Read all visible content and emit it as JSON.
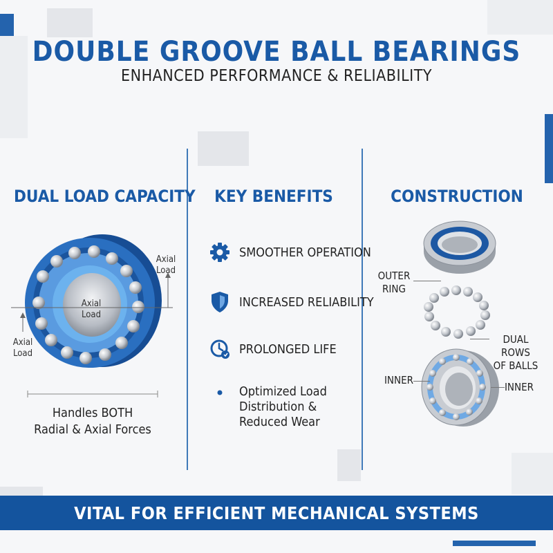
{
  "header": {
    "title": "DOUBLE GROOVE BALL BEARINGS",
    "subtitle": "ENHANCED PERFORMANCE & RELIABILITY"
  },
  "left_column": {
    "heading": "DUAL LOAD CAPACITY",
    "labels": {
      "axial_top_right": [
        "Axial",
        "Load"
      ],
      "axial_center": [
        "Axial",
        "Load"
      ],
      "axial_left": [
        "Axial",
        "Load"
      ]
    },
    "caption": [
      "Handles BOTH",
      "Radial & Axial Forces"
    ]
  },
  "middle_column": {
    "heading": "KEY BENEFITS",
    "benefits": [
      {
        "icon": "gear-icon",
        "text": "SMOOTHER OPERATION"
      },
      {
        "icon": "shield-icon",
        "text": "INCREASED RELIABILITY"
      },
      {
        "icon": "clock-icon",
        "text": "PROLONGED LIFE"
      },
      {
        "icon": "dot-icon",
        "text": "Optimized Load Distribution & Reduced Wear"
      }
    ]
  },
  "right_column": {
    "heading": "CONSTRUCTION",
    "labels": {
      "outer_ring": [
        "OUTER",
        "RING"
      ],
      "dual_rows": [
        "DUAL ROWS",
        "OF BALLS"
      ],
      "inner_left": "INNER",
      "inner_right": "INNER"
    }
  },
  "footer": {
    "banner": "VITAL FOR EFFICIENT MECHANICAL SYSTEMS"
  },
  "colors": {
    "accent": "#1a5aa6",
    "banner": "#14549e",
    "light_blue": "#5aa0e0"
  }
}
